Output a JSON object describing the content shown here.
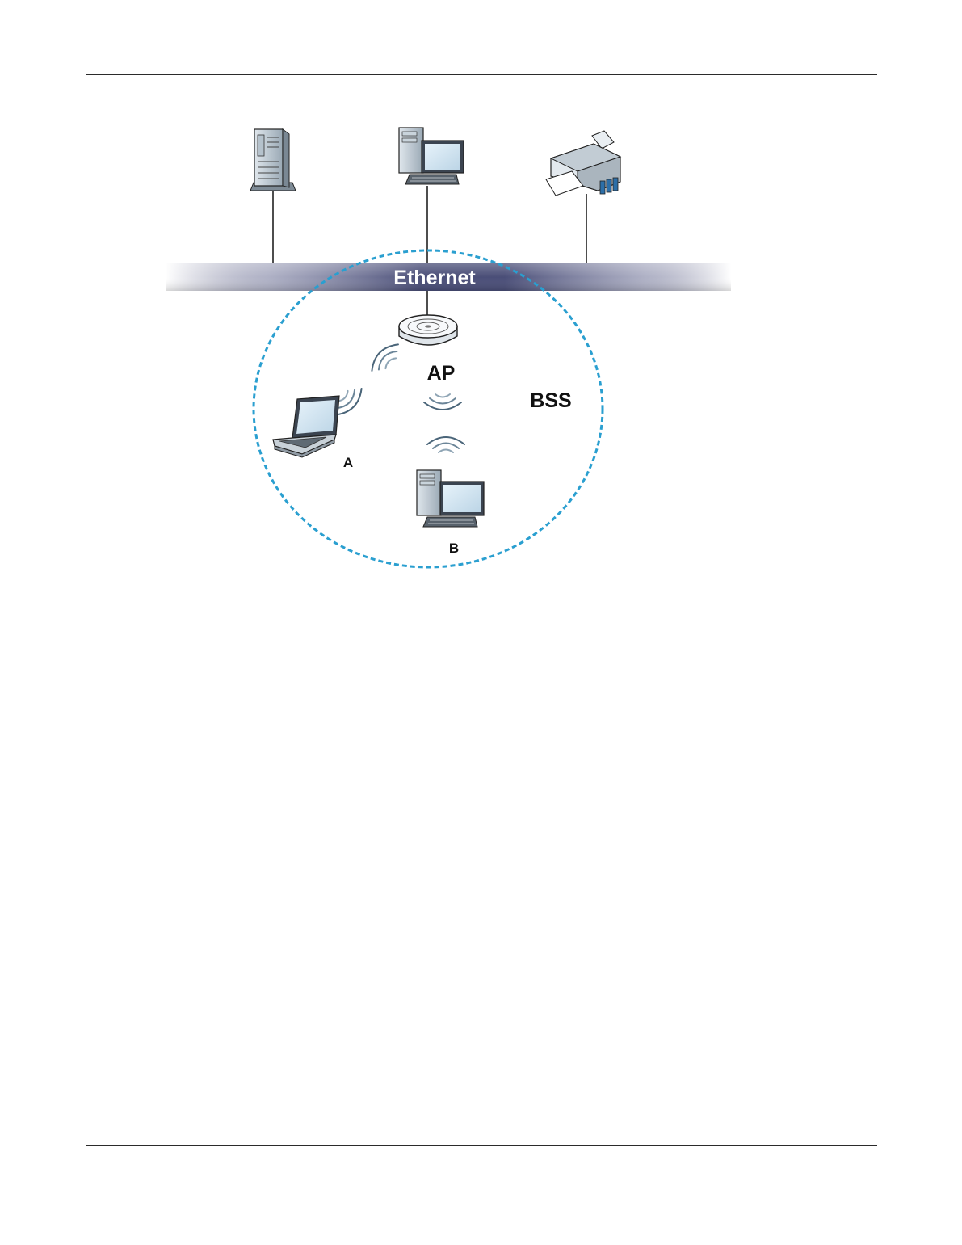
{
  "diagram": {
    "ethernet_label": "Ethernet",
    "ap_label": "AP",
    "bss_label": "BSS",
    "station_a_label": "A",
    "station_b_label": "B",
    "icons": [
      "server-icon",
      "desktop-computer-icon",
      "printer-icon",
      "access-point-icon",
      "laptop-icon",
      "wireless-signal-icon"
    ],
    "colors": {
      "bss_boundary": "#2a9fd0",
      "ethernet_bar": "#4a4e78"
    }
  }
}
